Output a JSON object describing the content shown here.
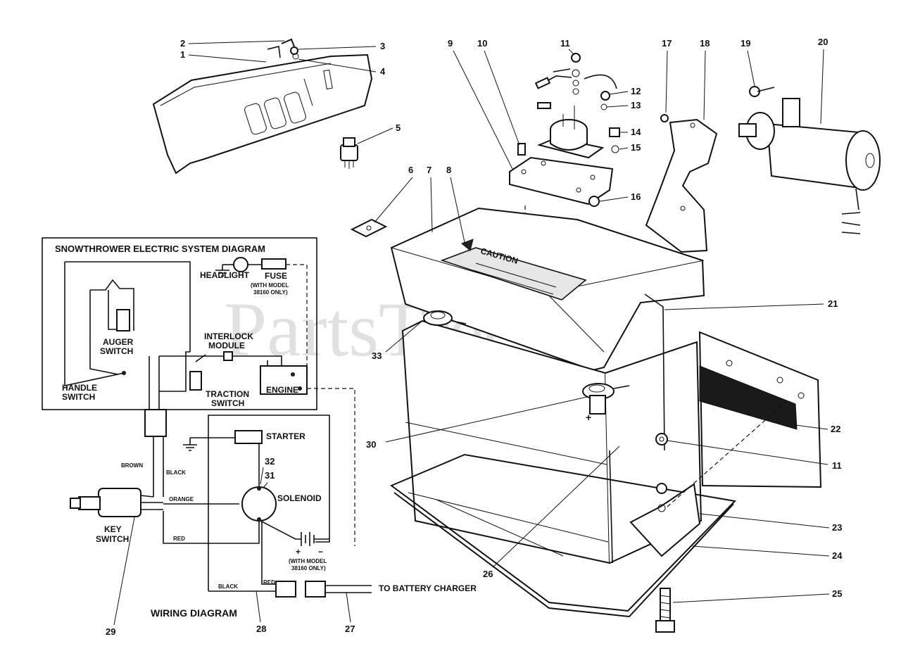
{
  "diagram": {
    "watermark": "PartsTree",
    "part_callouts": [
      "1",
      "2",
      "3",
      "4",
      "5",
      "6",
      "7",
      "8",
      "9",
      "10",
      "11",
      "12",
      "13",
      "14",
      "15",
      "16",
      "17",
      "18",
      "19",
      "20",
      "21",
      "22",
      "23",
      "24",
      "25",
      "26",
      "27",
      "28",
      "29",
      "30",
      "31",
      "32",
      "33"
    ],
    "callout_11b": "11",
    "battery_labels": {
      "caution": "CAUTION",
      "plus": "+"
    },
    "inset": {
      "title": "SNOWTHROWER ELECTRIC SYSTEM DIAGRAM",
      "headlight": "HEADLIGHT",
      "fuse": "FUSE",
      "model_note_1": "(WITH MODEL",
      "model_note_2": "38160 ONLY)",
      "auger_switch_1": "AUGER",
      "auger_switch_2": "SWITCH",
      "interlock_1": "INTERLOCK",
      "interlock_2": "MODULE",
      "handle_switch_1": "HANDLE",
      "handle_switch_2": "SWITCH",
      "traction_switch_1": "TRACTION",
      "traction_switch_2": "SWITCH",
      "engine": "ENGINE"
    },
    "wiring": {
      "title": "WIRING DIAGRAM",
      "starter": "STARTER",
      "solenoid": "SOLENOID",
      "key_switch_1": "KEY",
      "key_switch_2": "SWITCH",
      "brown": "BROWN",
      "black": "BLACK",
      "orange": "ORANGE",
      "red": "RED",
      "black_2": "BLACK",
      "red_2": "RED",
      "battery_plus": "+",
      "battery_minus": "−",
      "model_note_1": "(WITH MODEL",
      "model_note_2": "38160 ONLY)",
      "charger": "TO BATTERY CHARGER"
    }
  }
}
